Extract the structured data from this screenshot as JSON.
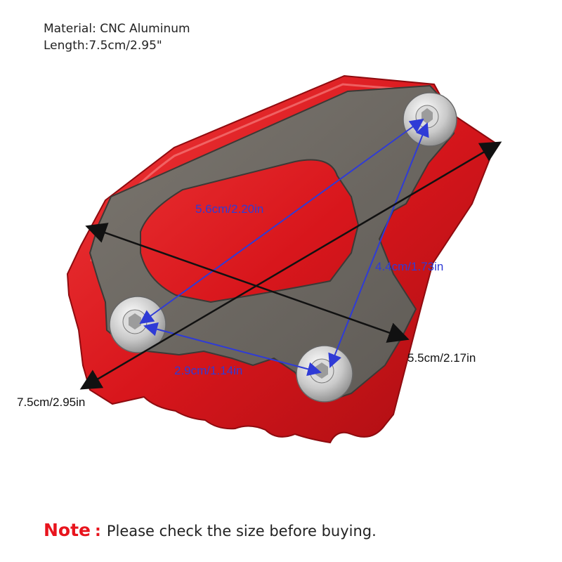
{
  "specs": {
    "material": "Material: CNC Aluminum",
    "length": "Length:7.5cm/2.95\""
  },
  "dimensions": {
    "top_diagonal": "5.6cm/2.20in",
    "right_vertical": "4.4cm/1.73in",
    "bottom_short": "2.9cm/1.14in",
    "width": "5.5cm/2.17in",
    "length": "7.5cm/2.95in"
  },
  "note": {
    "label": "Note",
    "colon": ":",
    "text": "Please check the size before buying."
  },
  "colors": {
    "accent_red": "#e8141d",
    "dimension_blue": "#2f3bd6",
    "anodized_red": "#d8161c",
    "plate_gray": "#6e6962"
  },
  "icons": [
    "hex-bolt-icon"
  ]
}
